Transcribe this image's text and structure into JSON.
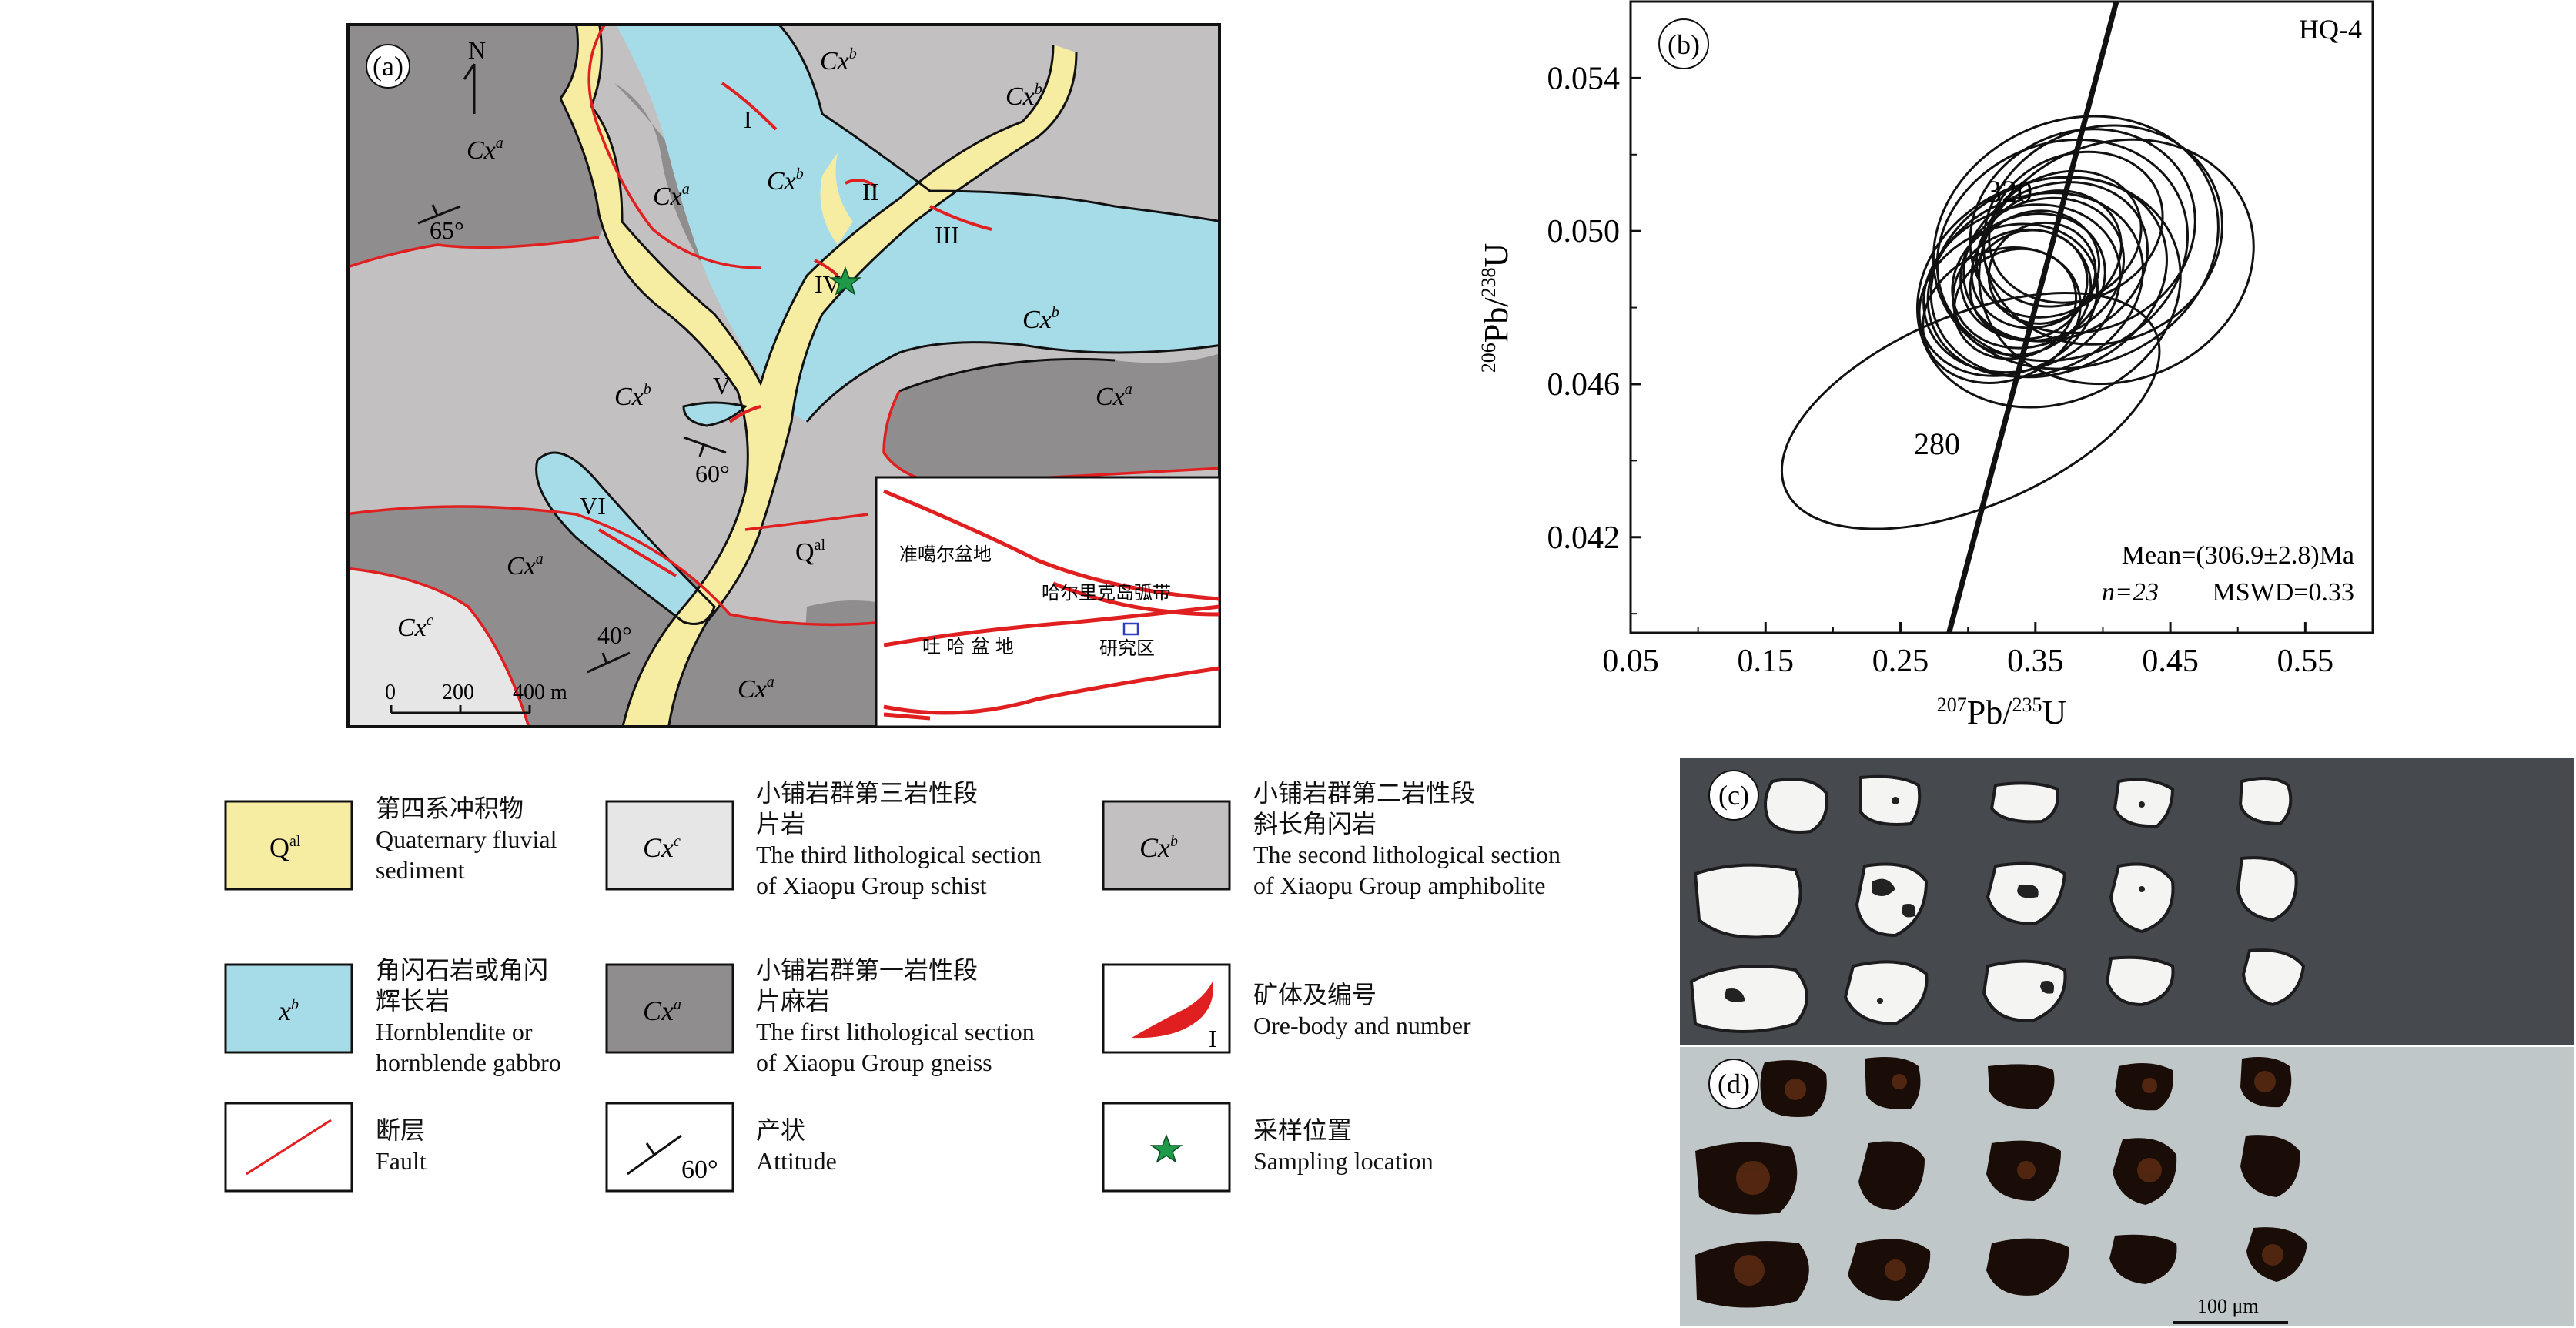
{
  "panel_a": {
    "label": "(a)",
    "north": "N",
    "units": {
      "cxa": "Cx",
      "cxa_sup": "a",
      "cxb": "Cx",
      "cxb_sup": "b",
      "cxc": "Cx",
      "cxc_sup": "c",
      "qal": "Q",
      "qal_sup": "al"
    },
    "orebodies": [
      "I",
      "II",
      "III",
      "IV",
      "V",
      "VI"
    ],
    "attitudes": [
      "65°",
      "60°",
      "40°"
    ],
    "scale": {
      "t0": "0",
      "t1": "200",
      "t2": "400 m"
    },
    "inset": {
      "junggar": "准噶尔盆地",
      "arc": "哈尔里克岛弧带",
      "turpan": "吐 哈 盆 地",
      "study": "研究区"
    }
  },
  "panel_b": {
    "label": "(b)",
    "sample": "HQ-4",
    "age_labels": [
      "320",
      "280"
    ],
    "mean": "Mean=(306.9±2.8)Ma",
    "n_text": "n=23",
    "mswd": "MSWD=0.33",
    "y_label": {
      "sup1": "206",
      "a": "Pb/",
      "sup2": "238",
      "b": "U"
    },
    "x_label": {
      "sup1": "207",
      "a": "Pb/",
      "sup2": "235",
      "b": "U"
    }
  },
  "chart_data": {
    "type": "scatter",
    "title": "HQ-4",
    "xlabel": "207Pb/235U",
    "ylabel": "206Pb/238U",
    "xlim": [
      0.05,
      0.6
    ],
    "ylim": [
      0.0395,
      0.056
    ],
    "xticks": [
      "0.05",
      "0.15",
      "0.25",
      "0.35",
      "0.45",
      "0.55"
    ],
    "yticks": [
      "0.042",
      "0.046",
      "0.050",
      "0.054"
    ],
    "concordia_ages_ma": [
      280,
      320
    ],
    "weighted_mean_age_ma": 306.9,
    "age_error_ma": 2.8,
    "n": 23,
    "mswd": 0.33,
    "ellipses": [
      {
        "x": 0.302,
        "y": 0.0453,
        "rx": 0.149,
        "ry": 0.0025
      },
      {
        "x": 0.41,
        "y": 0.0492,
        "rx": 0.104,
        "ry": 0.0031
      },
      {
        "x": 0.37,
        "y": 0.0495,
        "rx": 0.095,
        "ry": 0.0028
      },
      {
        "x": 0.38,
        "y": 0.0497,
        "rx": 0.108,
        "ry": 0.0032
      },
      {
        "x": 0.36,
        "y": 0.0488,
        "rx": 0.09,
        "ry": 0.0025
      },
      {
        "x": 0.35,
        "y": 0.0486,
        "rx": 0.082,
        "ry": 0.0023
      },
      {
        "x": 0.365,
        "y": 0.0492,
        "rx": 0.07,
        "ry": 0.002
      },
      {
        "x": 0.34,
        "y": 0.0485,
        "rx": 0.075,
        "ry": 0.0021
      },
      {
        "x": 0.355,
        "y": 0.049,
        "rx": 0.062,
        "ry": 0.0018
      },
      {
        "x": 0.33,
        "y": 0.0482,
        "rx": 0.068,
        "ry": 0.0019
      },
      {
        "x": 0.345,
        "y": 0.0487,
        "rx": 0.058,
        "ry": 0.0017
      },
      {
        "x": 0.36,
        "y": 0.0494,
        "rx": 0.055,
        "ry": 0.0016
      },
      {
        "x": 0.35,
        "y": 0.049,
        "rx": 0.048,
        "ry": 0.0015
      },
      {
        "x": 0.34,
        "y": 0.0484,
        "rx": 0.052,
        "ry": 0.0016
      },
      {
        "x": 0.325,
        "y": 0.0478,
        "rx": 0.06,
        "ry": 0.0017
      },
      {
        "x": 0.37,
        "y": 0.0498,
        "rx": 0.06,
        "ry": 0.0017
      },
      {
        "x": 0.355,
        "y": 0.0489,
        "rx": 0.04,
        "ry": 0.0013
      },
      {
        "x": 0.345,
        "y": 0.0486,
        "rx": 0.044,
        "ry": 0.0014
      },
      {
        "x": 0.335,
        "y": 0.0481,
        "rx": 0.046,
        "ry": 0.0014
      },
      {
        "x": 0.38,
        "y": 0.0501,
        "rx": 0.066,
        "ry": 0.0019
      },
      {
        "x": 0.385,
        "y": 0.05,
        "rx": 0.085,
        "ry": 0.0026
      },
      {
        "x": 0.4,
        "y": 0.0499,
        "rx": 0.09,
        "ry": 0.0028
      },
      {
        "x": 0.36,
        "y": 0.0484,
        "rx": 0.1,
        "ry": 0.0029
      }
    ]
  },
  "legend": [
    {
      "symbol": "Q",
      "sup": "al",
      "fill": "#f7eda2",
      "cn": "第四系冲积物",
      "en1": "Quaternary fluvial",
      "en2": "sediment"
    },
    {
      "symbol": "Cx",
      "sup": "c",
      "fill": "#e6e6e6",
      "cn": "小铺岩群第三岩性段",
      "cn2": "片岩",
      "en1": "The third lithological section",
      "en2": "of Xiaopu Group schist"
    },
    {
      "symbol": "Cx",
      "sup": "b",
      "fill": "#c2c0c1",
      "cn": "小铺岩群第二岩性段",
      "cn2": "斜长角闪岩",
      "en1": "The second lithological section",
      "en2": "of Xiaopu Group amphibolite"
    },
    {
      "symbol": "x",
      "sup": "b",
      "fill": "#a6dbe8",
      "cn": "角闪石岩或角闪",
      "cn2": "辉长岩",
      "en1": "Hornblendite or",
      "en2": "hornblende gabbro"
    },
    {
      "symbol": "Cx",
      "sup": "a",
      "fill": "#8f8d8e",
      "cn": "小铺岩群第一岩性段",
      "cn2": "片麻岩",
      "en1": "The first lithological section",
      "en2": " of Xiaopu Group gneiss"
    },
    {
      "symbol": "I",
      "fill": "#ffffff",
      "cn": "矿体及编号",
      "en1": "Ore-body and number"
    },
    {
      "fill": "#ffffff",
      "cn": "断层",
      "en1": "Fault"
    },
    {
      "symbol": "60°",
      "fill": "#ffffff",
      "cn": "产状",
      "en1": "Attitude"
    },
    {
      "fill": "#ffffff",
      "cn": "采样位置",
      "en1": "Sampling location"
    }
  ],
  "panel_c": {
    "label": "(c)"
  },
  "panel_d": {
    "label": "(d)",
    "scale": "100 μm"
  },
  "colors": {
    "qal": "#f7eda2",
    "cxa": "#8f8d8e",
    "cxb": "#c2c0c1",
    "cxc": "#e6e6e6",
    "gabbro": "#a6dbe8",
    "fault": "#e02020",
    "star": "#1f9a4a"
  }
}
